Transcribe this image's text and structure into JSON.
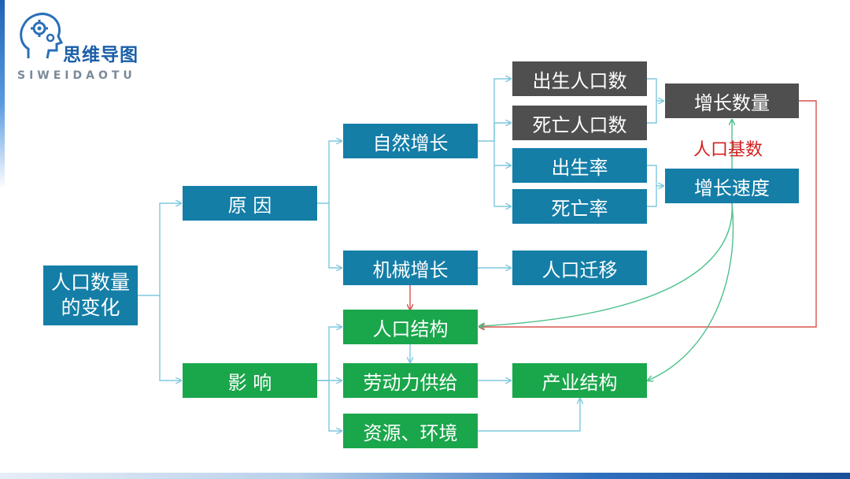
{
  "logo": {
    "title": "思维导图",
    "subtitle": "SIWEIDAOTU"
  },
  "diagram": {
    "root": "人口数量\n的变化",
    "cause": "原 因",
    "natural_growth": "自然增长",
    "mechanical_growth": "机械增长",
    "births": "出生人口数",
    "deaths": "死亡人口数",
    "birth_rate": "出生率",
    "death_rate": "死亡率",
    "growth_quantity": "增长数量",
    "growth_speed": "增长速度",
    "base_label": "人口基数",
    "migration": "人口迁移",
    "effect": "影 响",
    "population_structure": "人口结构",
    "labor_supply": "劳动力供给",
    "resources_environment": "资源、环境",
    "industry_structure": "产业结构"
  },
  "colors": {
    "blue": "#147ea7",
    "green": "#1aa64b",
    "gray": "#4f4f4f",
    "connector": "#7ec8de",
    "red_connector": "#d9534f",
    "highlight_label": "#d42020"
  }
}
